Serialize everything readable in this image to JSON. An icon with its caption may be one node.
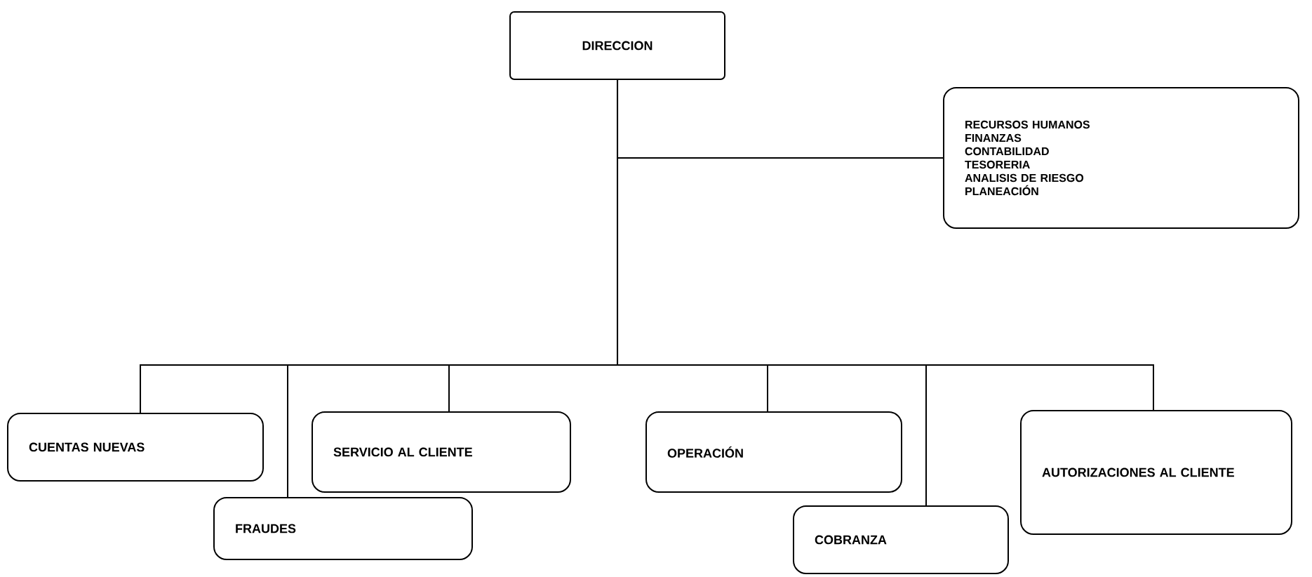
{
  "diagram": {
    "nodes": [
      {
        "text": [
          "DIRECCION"
        ]
      },
      {
        "text": [
          "RECURSOS HUMANOS",
          "FINANZAS",
          "CONTABILIDAD",
          "TESORERIA",
          "ANALISIS DE RIESGO",
          "PLANEACIÓN"
        ]
      },
      {
        "text": [
          "CUENTAS NUEVAS"
        ]
      },
      {
        "text": [
          "FRAUDES"
        ]
      },
      {
        "text": [
          "SERVICIO AL CLIENTE"
        ]
      },
      {
        "text": [
          "OPERACIÓN"
        ]
      },
      {
        "text": [
          "COBRANZA"
        ]
      },
      {
        "text": [
          "AUTORIZACIONES AL CLIENTE"
        ]
      }
    ],
    "edges": [
      {
        "from": 0,
        "to": 1,
        "arrow": "none"
      },
      {
        "from": 0,
        "to": 2,
        "arrow": "none"
      },
      {
        "from": 0,
        "to": 3,
        "arrow": "none"
      },
      {
        "from": 0,
        "to": 4,
        "arrow": "none"
      },
      {
        "from": 0,
        "to": 5,
        "arrow": "none"
      },
      {
        "from": 0,
        "to": 6,
        "arrow": "none"
      },
      {
        "from": 0,
        "to": 7,
        "arrow": "none"
      }
    ]
  }
}
